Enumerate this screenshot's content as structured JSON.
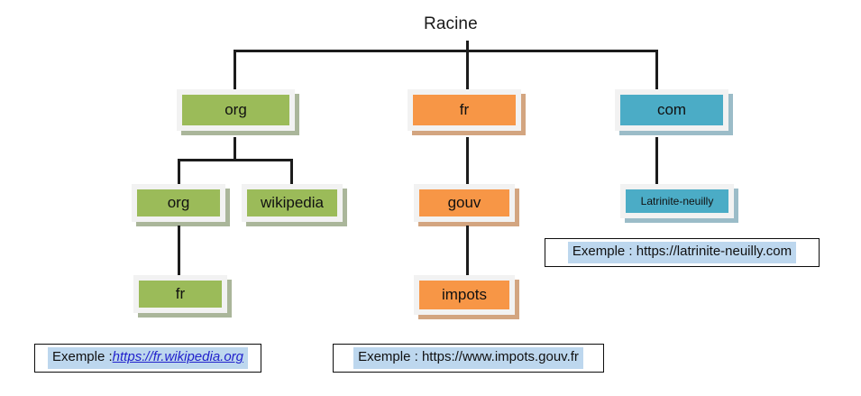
{
  "diagram": {
    "root_label": "Racine",
    "nodes": [
      {
        "id": "org-l1",
        "label": "org",
        "color": "#9bbb59",
        "level": 1
      },
      {
        "id": "fr-l1",
        "label": "fr",
        "color": "#f79646",
        "level": 1
      },
      {
        "id": "com-l1",
        "label": "com",
        "color": "#4bacc6",
        "level": 1
      },
      {
        "id": "org-l2",
        "label": "org",
        "color": "#9bbb59",
        "level": 2
      },
      {
        "id": "wikipedia-l2",
        "label": "wikipedia",
        "color": "#9bbb59",
        "level": 2
      },
      {
        "id": "gouv-l2",
        "label": "gouv",
        "color": "#f79646",
        "level": 2
      },
      {
        "id": "latrinite-l2",
        "label": "Latrinite-neuilly",
        "color": "#4bacc6",
        "level": 2
      },
      {
        "id": "fr-l3",
        "label": "fr",
        "color": "#9bbb59",
        "level": 3
      },
      {
        "id": "impots-l3",
        "label": "impots",
        "color": "#f79646",
        "level": 3
      }
    ],
    "captions": [
      {
        "id": "caption-wikipedia",
        "prefix": "Exemple :",
        "url": "https://fr.wikipedia.org",
        "is_link": true
      },
      {
        "id": "caption-impots",
        "prefix": "Exemple : ",
        "url": "https://www.impots.gouv.fr",
        "is_link": false
      },
      {
        "id": "caption-latrinite",
        "prefix": "Exemple : ",
        "url": "https://latrinite-neuilly.com",
        "is_link": false
      }
    ],
    "colors": {
      "green": "#9bbb59",
      "orange": "#f79646",
      "blue": "#4bacc6",
      "highlight": "#bdd7ee",
      "link": "#2222cc",
      "line": "#1c1c1c"
    }
  }
}
